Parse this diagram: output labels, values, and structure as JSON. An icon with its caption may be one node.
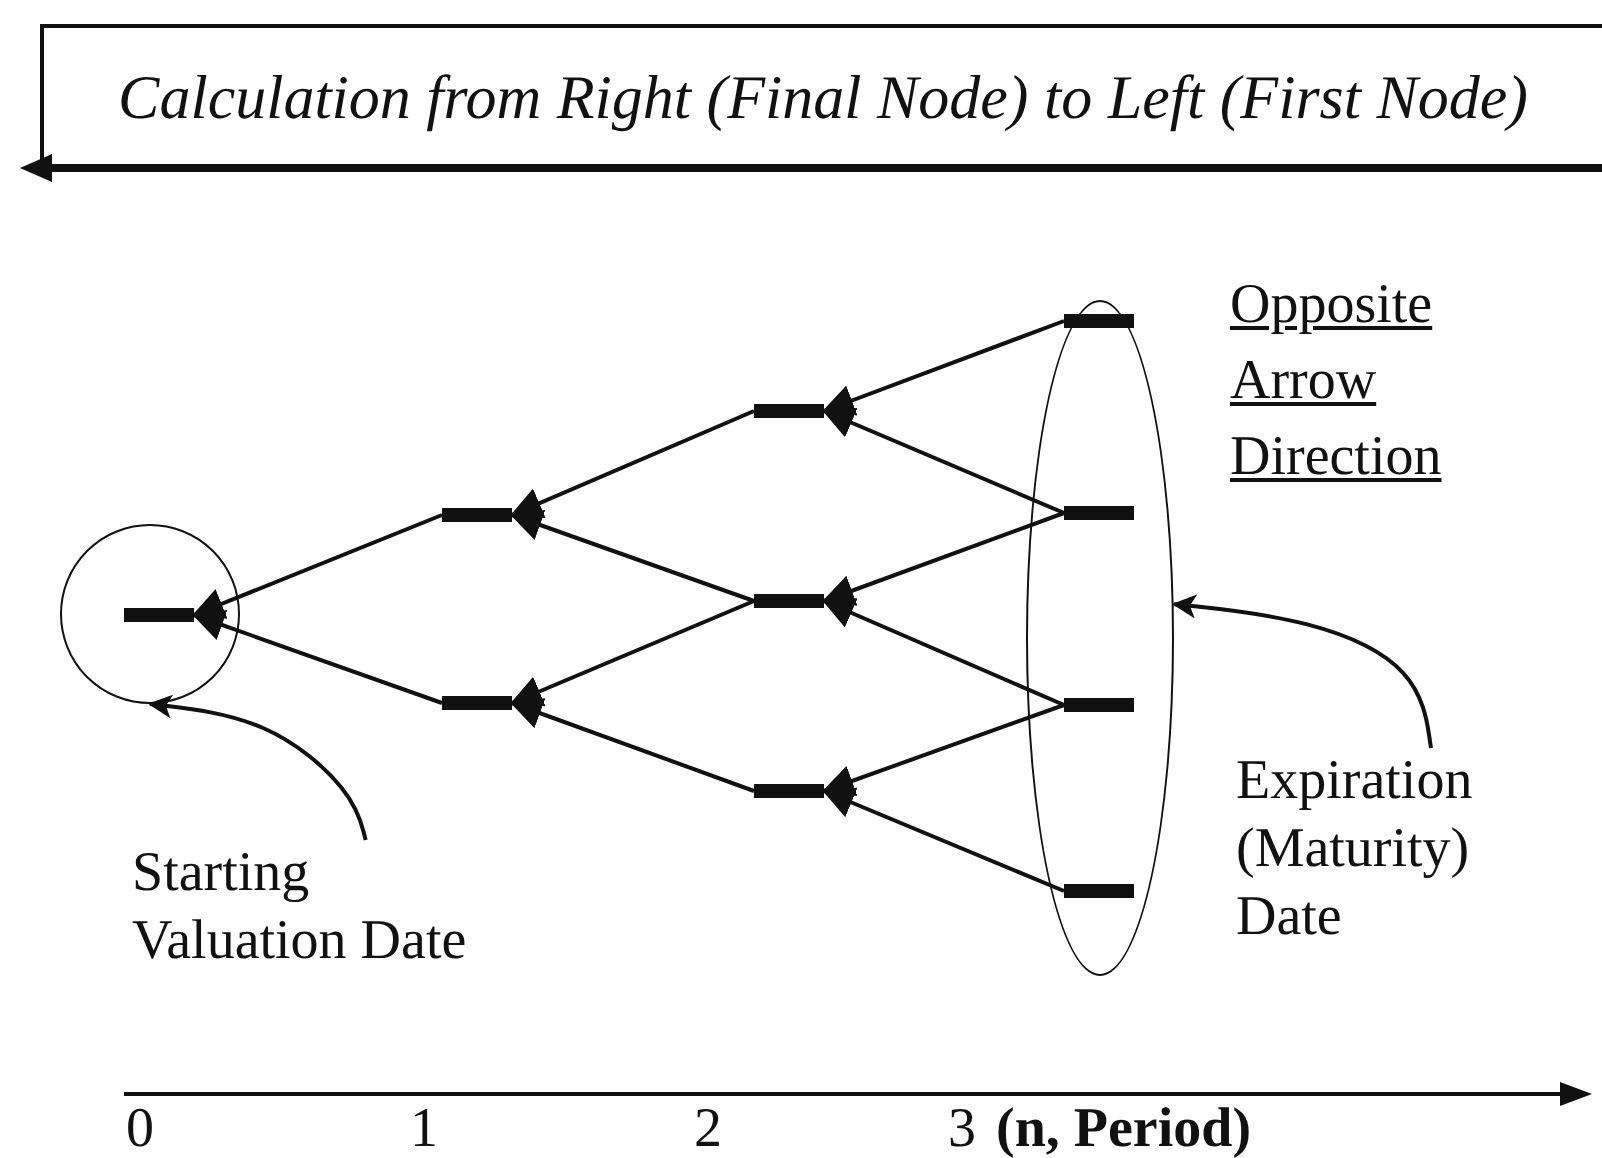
{
  "diagram": {
    "nodes": [
      {
        "text": [
          "Calculation from Right (Final Node) to Left (First Node)"
        ]
      },
      {
        "text": [],
        "shape": "circle"
      },
      {
        "text": [],
        "shape": "bar",
        "in": 1
      },
      {
        "text": [],
        "shape": "bar"
      },
      {
        "text": [],
        "shape": "bar"
      },
      {
        "text": [],
        "shape": "bar"
      },
      {
        "text": [],
        "shape": "bar"
      },
      {
        "text": [],
        "shape": "bar"
      },
      {
        "text": [],
        "shape": "ellipse"
      },
      {
        "text": [],
        "shape": "bar",
        "in": 8
      },
      {
        "text": [],
        "shape": "bar",
        "in": 8
      },
      {
        "text": [],
        "shape": "bar",
        "in": 8
      },
      {
        "text": [],
        "shape": "bar",
        "in": 8
      },
      {
        "text": [
          "Starting Valuation Date"
        ]
      },
      {
        "text": [
          "Expiration (Maturity) Date"
        ]
      }
    ],
    "edges": [
      {
        "from": 3,
        "to": 2,
        "arrow": "to"
      },
      {
        "from": 4,
        "to": 2,
        "arrow": "to"
      },
      {
        "from": 5,
        "to": 3,
        "arrow": "to"
      },
      {
        "from": 6,
        "to": 3,
        "arrow": "to"
      },
      {
        "from": 6,
        "to": 4,
        "arrow": "to"
      },
      {
        "from": 7,
        "to": 4,
        "arrow": "to"
      },
      {
        "from": 9,
        "to": 5,
        "arrow": "to"
      },
      {
        "from": 10,
        "to": 5,
        "arrow": "to"
      },
      {
        "from": 10,
        "to": 6,
        "arrow": "to"
      },
      {
        "from": 11,
        "to": 6,
        "arrow": "to"
      },
      {
        "from": 11,
        "to": 7,
        "arrow": "to"
      },
      {
        "from": 12,
        "to": 7,
        "arrow": "to"
      },
      {
        "from": 13,
        "to": 1,
        "arrow": "to"
      },
      {
        "from": 14,
        "to": 8,
        "arrow": "to"
      }
    ],
    "labels": [
      "Opposite Arrow Direction",
      "0",
      "1",
      "2",
      "3",
      "(n, Period)"
    ]
  }
}
